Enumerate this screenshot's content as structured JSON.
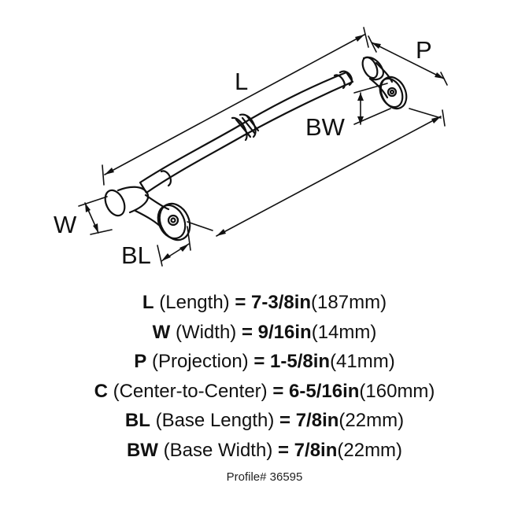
{
  "diagram": {
    "labels": {
      "L": "L",
      "P": "P",
      "BW": "BW",
      "W": "W",
      "BL": "BL"
    }
  },
  "specs": [
    {
      "code": "L",
      "name": "(Length)",
      "eq": "=",
      "inches": "7-3/8in",
      "mm": "(187mm)"
    },
    {
      "code": "W",
      "name": "(Width)",
      "eq": "=",
      "inches": "9/16in",
      "mm": "(14mm)"
    },
    {
      "code": "P",
      "name": "(Projection)",
      "eq": "=",
      "inches": "1-5/8in",
      "mm": "(41mm)"
    },
    {
      "code": "C",
      "name": "(Center-to-Center)",
      "eq": "=",
      "inches": "6-5/16in",
      "mm": "(160mm)"
    },
    {
      "code": "BL",
      "name": "(Base Length)",
      "eq": "=",
      "inches": "7/8in",
      "mm": "(22mm)"
    },
    {
      "code": "BW",
      "name": "(Base Width)",
      "eq": "=",
      "inches": "7/8in",
      "mm": "(22mm)"
    }
  ],
  "profile": "Profile# 36595"
}
